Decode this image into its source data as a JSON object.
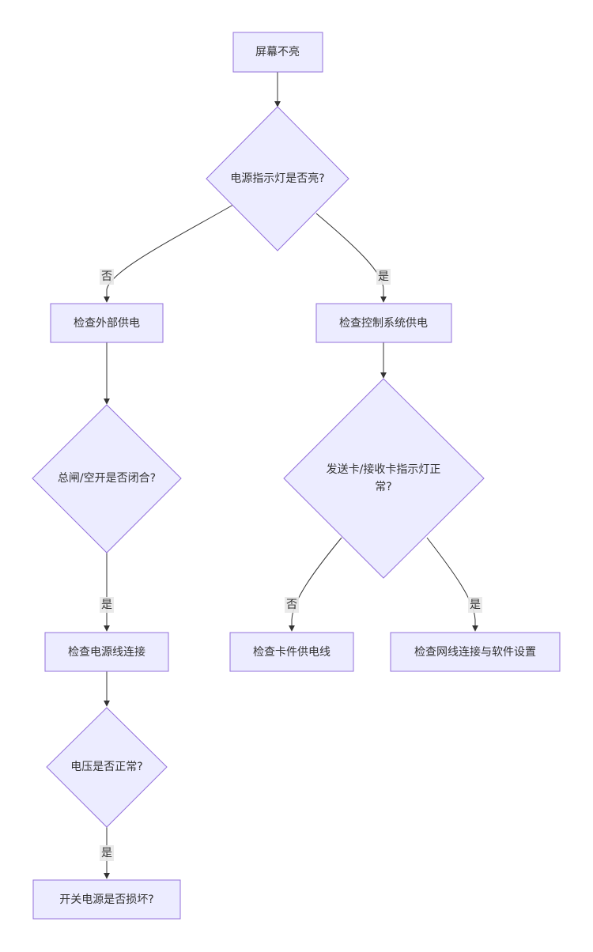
{
  "nodes": {
    "start": "屏幕不亮",
    "q_power_light": "电源指示灯是否亮?",
    "check_external": "检查外部供电",
    "check_control": "检查控制系统供电",
    "q_breaker": "总闸/空开是否闭合?",
    "q_card_light_line1": "发送卡/接收卡指示灯正",
    "q_card_light_line2": "常?",
    "check_cable": "检查电源线连接",
    "check_card_power": "检查卡件供电线",
    "check_network": "检查网线连接与软件设置",
    "q_voltage": "电压是否正常?",
    "q_switch": "开关电源是否损坏?"
  },
  "edges": {
    "light_no": "否",
    "light_yes": "是",
    "breaker_yes": "是",
    "card_no": "否",
    "card_yes": "是",
    "voltage_yes": "是"
  },
  "colors": {
    "node_fill": "#ececff",
    "node_stroke": "#9370db",
    "edge": "#333333",
    "label_bg": "#e8e8e8"
  }
}
